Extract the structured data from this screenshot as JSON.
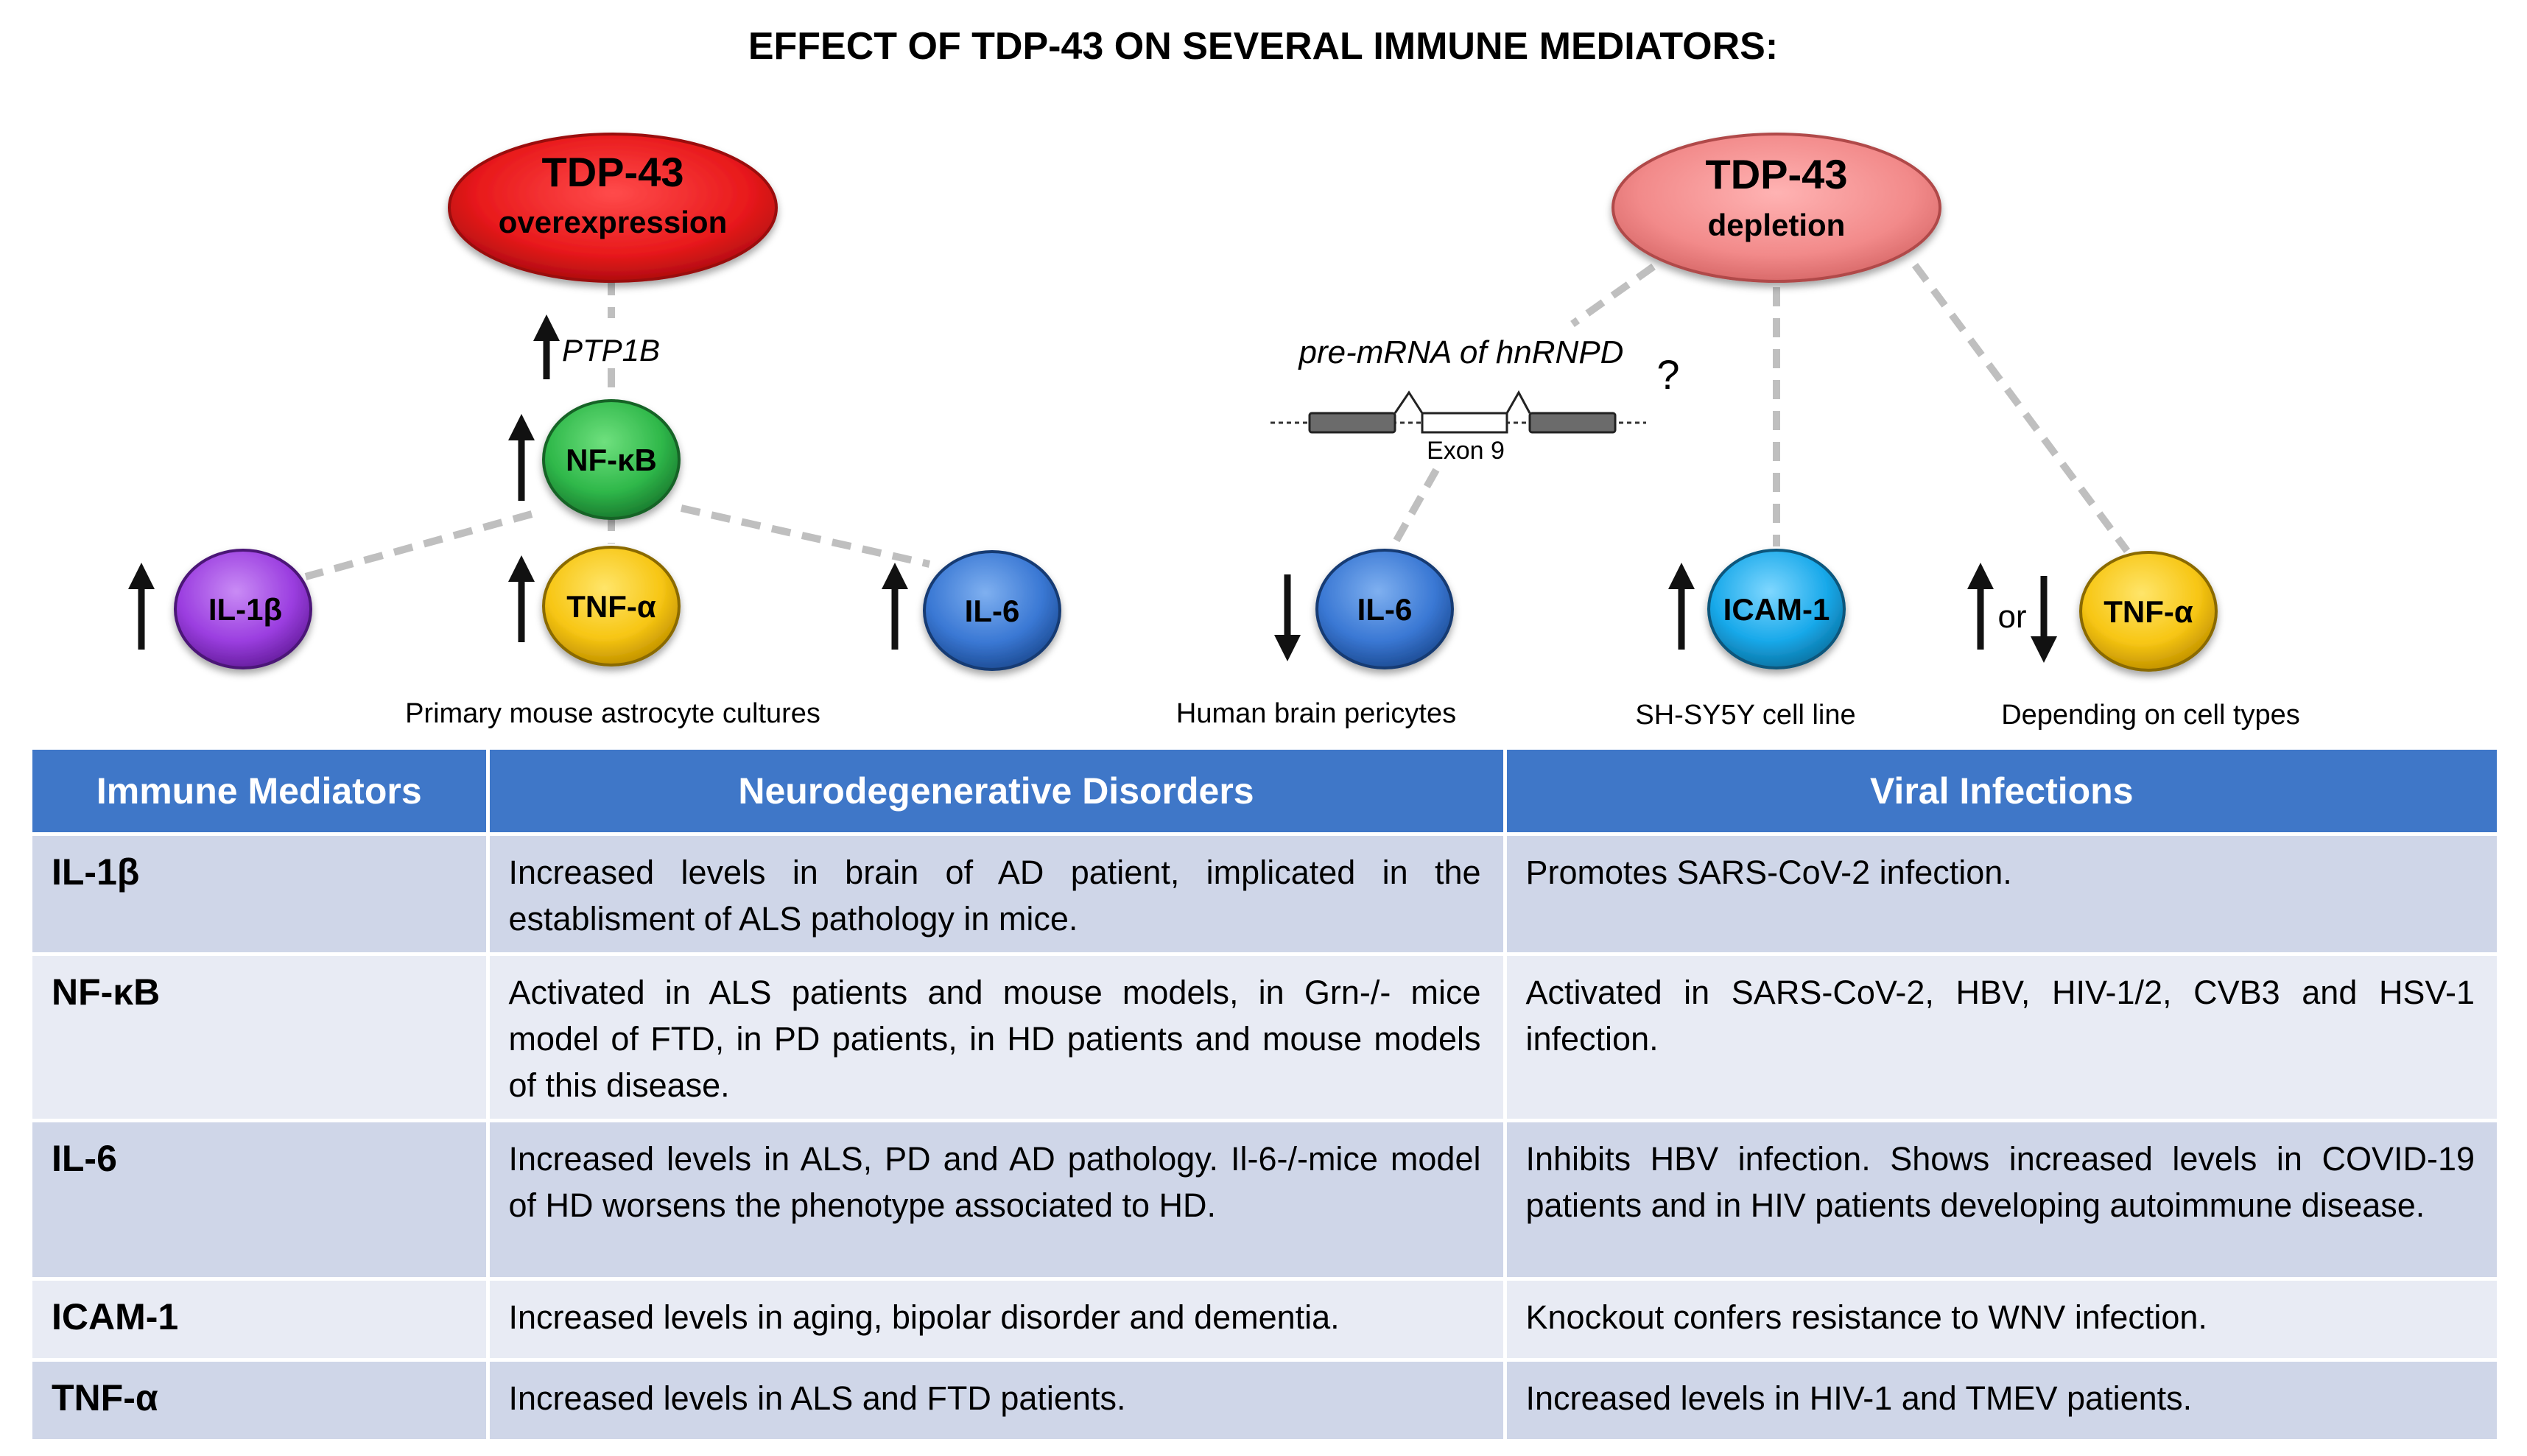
{
  "title": "EFFECT OF TDP-43 ON SEVERAL IMMUNE MEDIATORS:",
  "colors": {
    "overexpression_red": "#e8191b",
    "depletion_pink": "#f28a8a",
    "nfkb_green": "#2fb84a",
    "il1b_purple": "#9b3ee0",
    "tnf_yellow": "#f7c614",
    "il6_blue": "#3a78d4",
    "icam_cyan": "#19a9ea",
    "dashed_gray": "#bfbfbf",
    "table_header": "#3f77c8",
    "row_dark": "#cfd6e8",
    "row_light": "#e8ebf4"
  },
  "left_panel": {
    "top_node": {
      "line1": "TDP-43",
      "line2": "overexpression"
    },
    "ptp1b_label": "PTP1B",
    "nfkb_label": "NF-κB",
    "il1b_label": "IL-1β",
    "tnf_label": "TNF-α",
    "il6_label": "IL-6",
    "caption": "Primary mouse astrocyte cultures"
  },
  "right_panel": {
    "top_node": {
      "line1": "TDP-43",
      "line2": "depletion"
    },
    "premrna_label": "pre-mRNA of hnRNPD",
    "question_mark": "?",
    "exon_label": "Exon 9",
    "il6_label": "IL-6",
    "icam_label": "ICAM-1",
    "tnf_label": "TNF-α",
    "or_label": "or",
    "captions": {
      "pericytes": "Human brain pericytes",
      "shsy5y": "SH-SY5Y cell line",
      "cell_types": "Depending on cell types"
    }
  },
  "table": {
    "headers": [
      "Immune Mediators",
      "Neurodegenerative Disorders",
      "Viral Infections"
    ],
    "rows": [
      {
        "mediator": "IL-1β",
        "neuro": "Increased levels in brain of AD patient, implicated in the establisment of ALS pathology in mice.",
        "viral": "Promotes SARS-CoV-2 infection."
      },
      {
        "mediator": "NF-κB",
        "neuro": "Activated in ALS patients and mouse models, in Grn-/- mice model of FTD, in PD patients, in HD patients and mouse models of this disease.",
        "viral": "Activated in SARS-CoV-2, HBV, HIV-1/2, CVB3 and HSV-1 infection."
      },
      {
        "mediator": "IL-6",
        "neuro": "Increased levels in ALS, PD and AD pathology. Il-6-/-mice model of HD worsens the phenotype associated to HD.",
        "viral": "Inhibits HBV infection. Shows increased levels in COVID-19 patients and in HIV patients developing autoimmune disease."
      },
      {
        "mediator": "ICAM-1",
        "neuro": "Increased levels in aging, bipolar disorder and dementia.",
        "viral": "Knockout confers resistance to WNV infection."
      },
      {
        "mediator": "TNF-α",
        "neuro": "Increased levels in ALS and FTD patients.",
        "viral": "Increased levels in HIV-1 and TMEV patients."
      }
    ]
  }
}
